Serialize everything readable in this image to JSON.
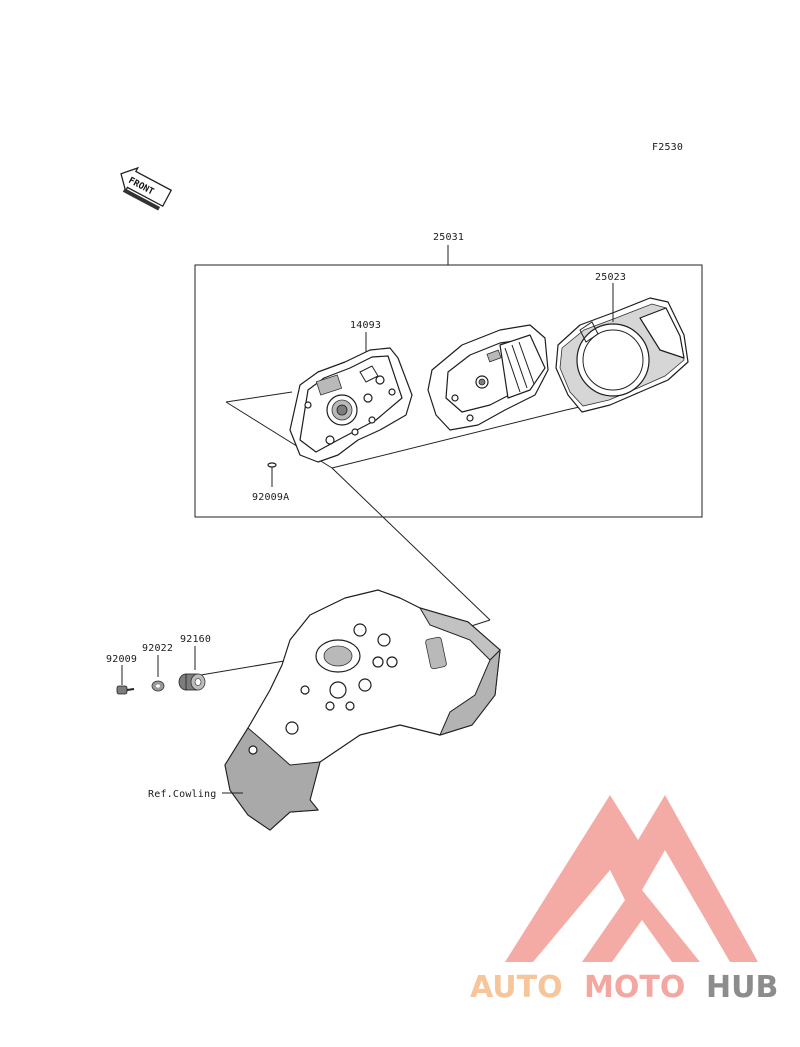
{
  "figure_code": "F2530",
  "front_arrow_label": "FRONT",
  "callouts": {
    "assembly": "25031",
    "case": "25023",
    "lower_case": "14093",
    "screw_a": "92009A",
    "screw": "92009",
    "washer": "92022",
    "damper": "92160",
    "ref_cowling": "Ref.Cowling"
  },
  "watermark": {
    "part1": "AUTO",
    "part2": "MOTO",
    "part3": "HUB",
    "color_light": "#f7c59a",
    "color_pink": "#f4a7a0",
    "color_gray": "#8c8c8c"
  }
}
